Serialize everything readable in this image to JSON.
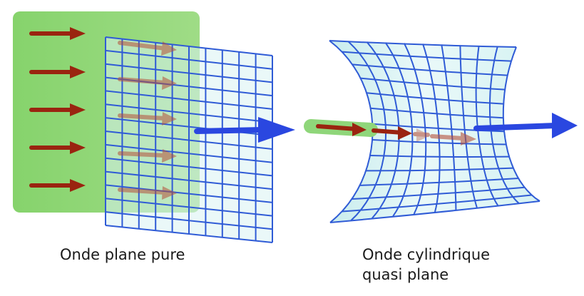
{
  "captions": {
    "plane_wave": "Onde plane pure",
    "cylindrical_wave_line1": "Onde cylindrique",
    "cylindrical_wave_line2": "quasi plane"
  },
  "colors": {
    "green_front": "#8fd67a",
    "grid_line": "#2f5bd6",
    "grid_fill": "#d8f2f2",
    "red_arrow": "#9a2410",
    "blue_arrow": "#2a47e0"
  },
  "left_panel": {
    "incident_arrow_count": 5,
    "grid_columns": 10,
    "grid_rows": 14
  },
  "right_panel": {
    "cylinder_columns": 10,
    "cylinder_rows": 13
  }
}
